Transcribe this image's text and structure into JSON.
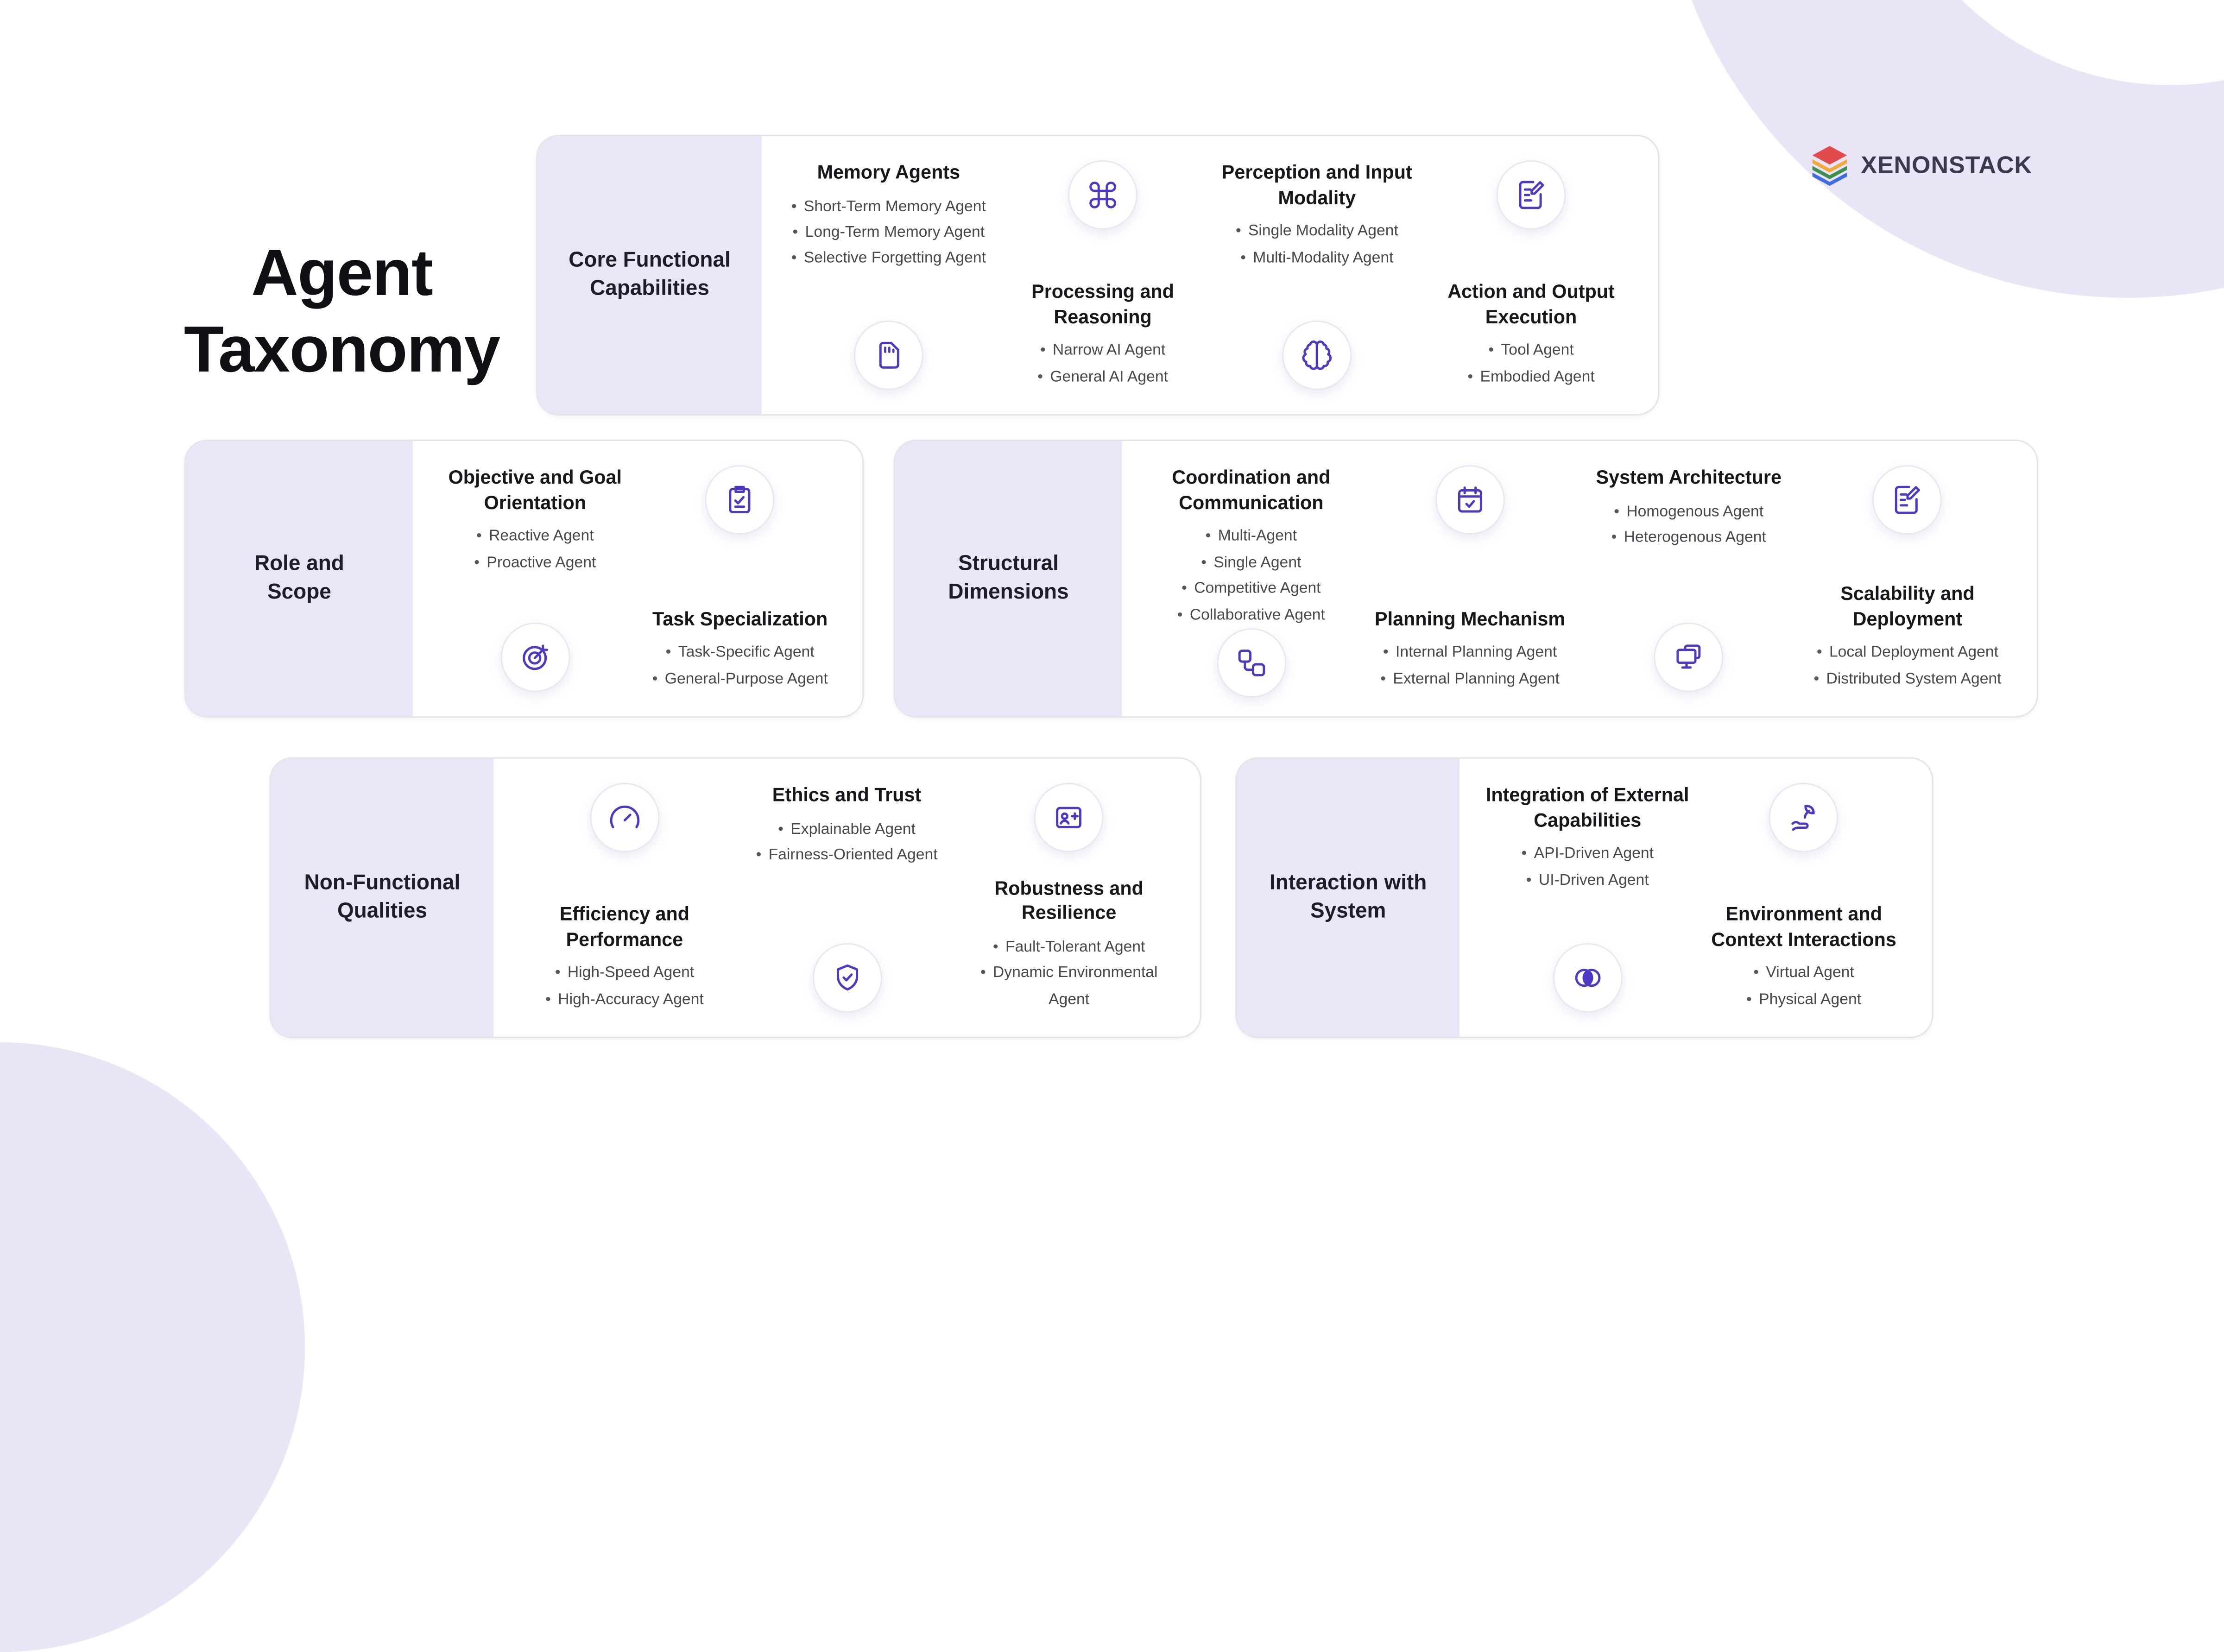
{
  "title": "Agent Taxonomy",
  "brand": {
    "name": "XENONSTACK",
    "logo_icon": "layer-stack-icon",
    "layer_colors": [
      "#E14B4B",
      "#F2A93B",
      "#3E8E50",
      "#3E6DE0"
    ]
  },
  "colors": {
    "accent_purple": "#4C3AC2",
    "panel_lavender": "#EAE5F7",
    "decor_lavender": "#E9E5F6",
    "card_border": "#E5E4EC",
    "heading": "#16161B",
    "body_text": "#47474D"
  },
  "cards": [
    {
      "label": "Core Functional Capabilities",
      "sections": [
        {
          "title": "Memory Agents",
          "icon": "memory-chip-icon",
          "icon_position": "bottom",
          "items": [
            "Short-Term Memory Agent",
            "Long-Term Memory Agent",
            "Selective Forgetting Agent"
          ]
        },
        {
          "title": "Processing and Reasoning",
          "icon": "command-icon",
          "icon_position": "top",
          "items": [
            "Narrow AI Agent",
            "General AI Agent"
          ]
        },
        {
          "title": "Perception and Input Modality",
          "icon": "brain-icon",
          "icon_position": "bottom",
          "items": [
            "Single Modality Agent",
            "Multi-Modality Agent"
          ]
        },
        {
          "title": "Action and Output Execution",
          "icon": "document-pen-icon",
          "icon_position": "top",
          "items": [
            "Tool Agent",
            "Embodied Agent"
          ]
        }
      ]
    },
    {
      "label": "Role and Scope",
      "sections": [
        {
          "title": "Objective and Goal Orientation",
          "icon": "target-goal-icon",
          "icon_position": "bottom",
          "items": [
            "Reactive Agent",
            "Proactive Agent"
          ]
        },
        {
          "title": "Task Specialization",
          "icon": "task-checklist-icon",
          "icon_position": "top",
          "items": [
            "Task-Specific Agent",
            "General-Purpose Agent"
          ]
        }
      ]
    },
    {
      "label": "Structural Dimensions",
      "sections": [
        {
          "title": "Coordination and Communication",
          "icon": "workflow-icon",
          "icon_position": "bottom",
          "items": [
            "Multi-Agent",
            "Single Agent",
            "Competitive Agent",
            "Collaborative Agent"
          ]
        },
        {
          "title": "Planning Mechanism",
          "icon": "planning-calendar-icon",
          "icon_position": "top",
          "items": [
            "Internal Planning Agent",
            "External Planning Agent"
          ]
        },
        {
          "title": "System Architecture",
          "icon": "dual-monitor-icon",
          "icon_position": "bottom",
          "items": [
            "Homogenous Agent",
            "Heterogenous Agent"
          ]
        },
        {
          "title": "Scalability and Deployment",
          "icon": "document-pen-icon",
          "icon_position": "top",
          "items": [
            "Local Deployment Agent",
            "Distributed System Agent"
          ]
        }
      ]
    },
    {
      "label": "Non-Functional Qualities",
      "sections": [
        {
          "title": "Efficiency and Performance",
          "icon": "gauge-icon",
          "icon_position": "top",
          "items": [
            "High-Speed Agent",
            "High-Accuracy Agent"
          ]
        },
        {
          "title": "Ethics and Trust",
          "icon": "shield-check-icon",
          "icon_position": "bottom",
          "items": [
            "Explainable Agent",
            "Fairness-Oriented Agent"
          ]
        },
        {
          "title": "Robustness and Resilience",
          "icon": "scan-card-icon",
          "icon_position": "top",
          "items": [
            "Fault-Tolerant Agent",
            "Dynamic Environmental Agent"
          ]
        }
      ]
    },
    {
      "label": "Interaction with System",
      "sections": [
        {
          "title": "Integration of External Capabilities",
          "icon": "venn-overlap-icon",
          "icon_position": "bottom",
          "items": [
            "API-Driven Agent",
            "UI-Driven Agent"
          ]
        },
        {
          "title": "Environment and Context Interactions",
          "icon": "hand-leaf-icon",
          "icon_position": "top",
          "items": [
            "Virtual Agent",
            "Physical Agent"
          ]
        }
      ]
    }
  ]
}
